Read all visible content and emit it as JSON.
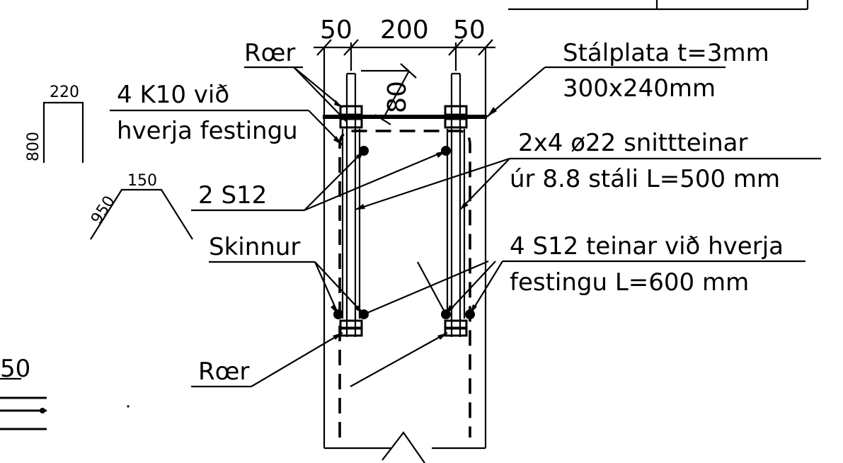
{
  "dimensions": {
    "left_edge": "50",
    "middle": "200",
    "right_edge": "50",
    "bolt_projection": "80"
  },
  "labels": {
    "roer_top": "Rœr",
    "roer_bottom": "Rœr",
    "k10_line1": "4 K10 við",
    "k10_line2": "hverja festingu",
    "s12": "2 S12",
    "skinnur": "Skinnur",
    "plate_line1": "Stálplata t=3mm",
    "plate_line2": "300x240mm",
    "rods_line1": "2x4 ø22 snittteinar",
    "rods_line2": "úr 8.8 stáli L=500 mm",
    "teinar_line1": "4 S12 teinar við hverja",
    "teinar_line2": "festingu L=600 mm"
  },
  "bar_shapes": {
    "stirrup_width": "220",
    "stirrup_height": "800",
    "bent_top": "150",
    "bent_leg": "950"
  },
  "edge_fragment": {
    "value": "50"
  }
}
